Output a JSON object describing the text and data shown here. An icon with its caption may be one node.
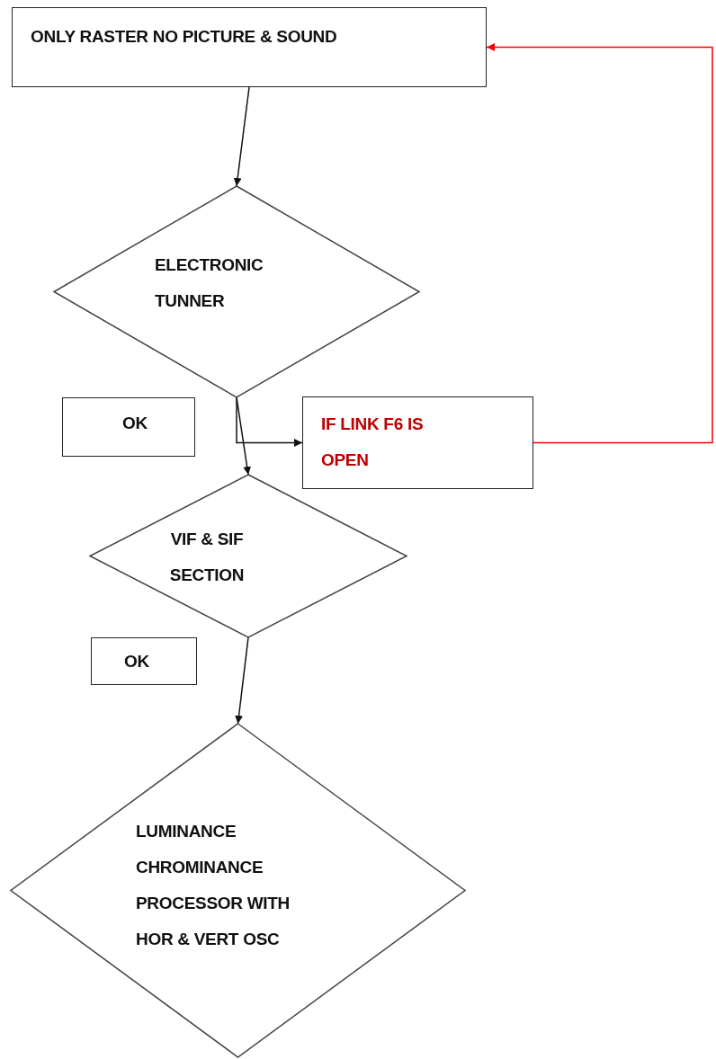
{
  "diagram": {
    "nodes": [
      {
        "text": [
          "ONLY RASTER NO PICTURE & SOUND"
        ]
      },
      {
        "text": [
          "ELECTRONIC TUNNER"
        ]
      },
      {
        "text": [
          "OK"
        ]
      },
      {
        "text": [
          "IF LINK F6 IS OPEN"
        ]
      },
      {
        "text": [
          "VIF & SIF SECTION"
        ]
      },
      {
        "text": [
          "OK"
        ]
      },
      {
        "text": [
          "LUMINANCE CHROMINANCE PROCESSOR WITH HOR & VERT OSC"
        ]
      }
    ],
    "edges": [
      {
        "from": 0,
        "to": 1,
        "arrow": "to"
      },
      {
        "from": 1,
        "to": 4,
        "arrow": "to"
      },
      {
        "from": 1,
        "to": 3,
        "arrow": "to"
      },
      {
        "from": 3,
        "to": 0,
        "arrow": "to",
        "color": "#ff0000"
      },
      {
        "from": 4,
        "to": 6,
        "arrow": "to"
      }
    ]
  }
}
